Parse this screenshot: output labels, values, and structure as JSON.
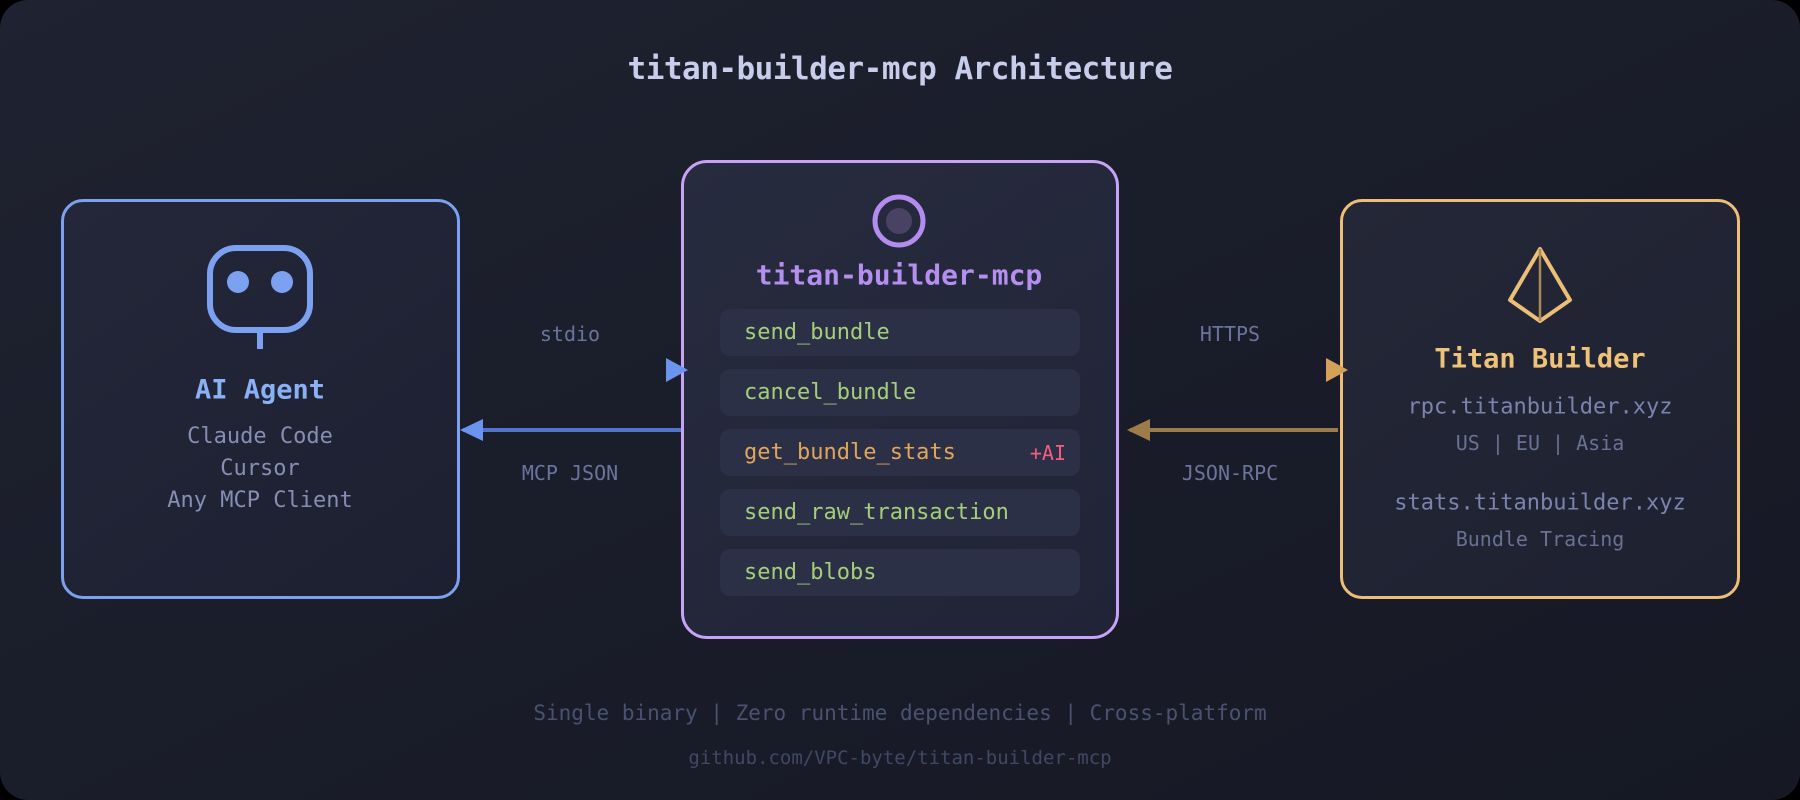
{
  "title": "titan-builder-mcp Architecture",
  "colors": {
    "accent_blue": "#7ba1f0",
    "accent_purple": "#c8a2f4",
    "accent_gold": "#ecbe78",
    "tool_green": "#a4ce79",
    "tool_orange": "#e2a55c",
    "badge_pink": "#ee5f80",
    "canvas_bg": "#1a1d2a"
  },
  "agent": {
    "title": "AI Agent",
    "clients": [
      "Claude Code",
      "Cursor",
      "Any MCP Client"
    ]
  },
  "server": {
    "title": "titan-builder-mcp",
    "tools": [
      {
        "name": "send_bundle"
      },
      {
        "name": "cancel_bundle"
      },
      {
        "name": "get_bundle_stats",
        "badge": "+AI"
      },
      {
        "name": "send_raw_transaction"
      },
      {
        "name": "send_blobs"
      }
    ]
  },
  "builder": {
    "title": "Titan Builder",
    "rpc_host": "rpc.titanbuilder.xyz",
    "regions": "US | EU | Asia",
    "stats_host": "stats.titanbuilder.xyz",
    "stats_note": "Bundle Tracing"
  },
  "connections": {
    "agent_to_server": "stdio",
    "server_to_agent": "MCP JSON",
    "server_to_builder": "HTTPS",
    "builder_to_server": "JSON-RPC"
  },
  "footer": {
    "features": "Single binary | Zero runtime dependencies | Cross-platform",
    "repo": "github.com/VPC-byte/titan-builder-mcp"
  }
}
